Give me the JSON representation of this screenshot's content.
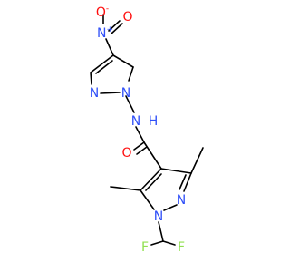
{
  "molecule": {
    "atoms": [
      {
        "id": "o1",
        "label": "O",
        "charge": "-",
        "color": "#ff0d0d"
      },
      {
        "id": "n1",
        "label": "N",
        "charge": "+",
        "color": "#3050f8"
      },
      {
        "id": "o2",
        "label": "O",
        "charge": "",
        "color": "#ff0d0d"
      },
      {
        "id": "n2",
        "label": "N",
        "charge": "",
        "color": "#3050f8"
      },
      {
        "id": "n3",
        "label": "N",
        "charge": "",
        "color": "#3050f8"
      },
      {
        "id": "nh",
        "label": "N",
        "charge": "",
        "color": "#3050f8"
      },
      {
        "id": "h",
        "label": "H",
        "charge": "",
        "color": "#3050f8"
      },
      {
        "id": "o3",
        "label": "O",
        "charge": "",
        "color": "#ff0d0d"
      },
      {
        "id": "n4",
        "label": "N",
        "charge": "",
        "color": "#3050f8"
      },
      {
        "id": "n5",
        "label": "N",
        "charge": "",
        "color": "#3050f8"
      },
      {
        "id": "f1",
        "label": "F",
        "charge": "",
        "color": "#90e050"
      },
      {
        "id": "f2",
        "label": "F",
        "charge": "",
        "color": "#90e050"
      }
    ],
    "bond_color": "#000000"
  }
}
